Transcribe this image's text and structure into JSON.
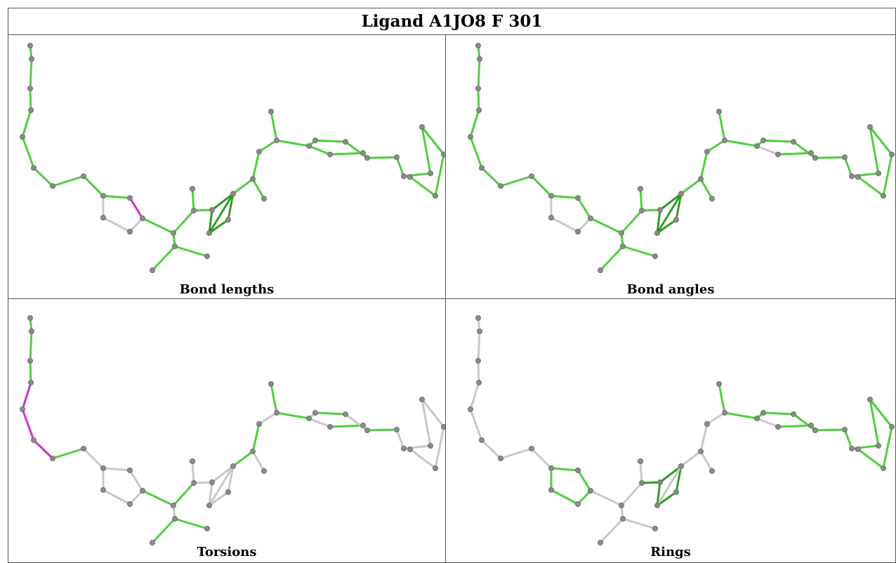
{
  "title": "Ligand A1JO8 F 301",
  "panels": [
    {
      "caption": "Bond lengths"
    },
    {
      "caption": "Bond angles"
    },
    {
      "caption": "Torsions"
    },
    {
      "caption": "Rings"
    }
  ],
  "colors": {
    "bond_default": "#c8c8c8",
    "bond_ok": "#4fcf3f",
    "bond_ok_dark": "#2e9c26",
    "bond_outlier": "#cc33cc",
    "atom": "#8a8a8a"
  }
}
